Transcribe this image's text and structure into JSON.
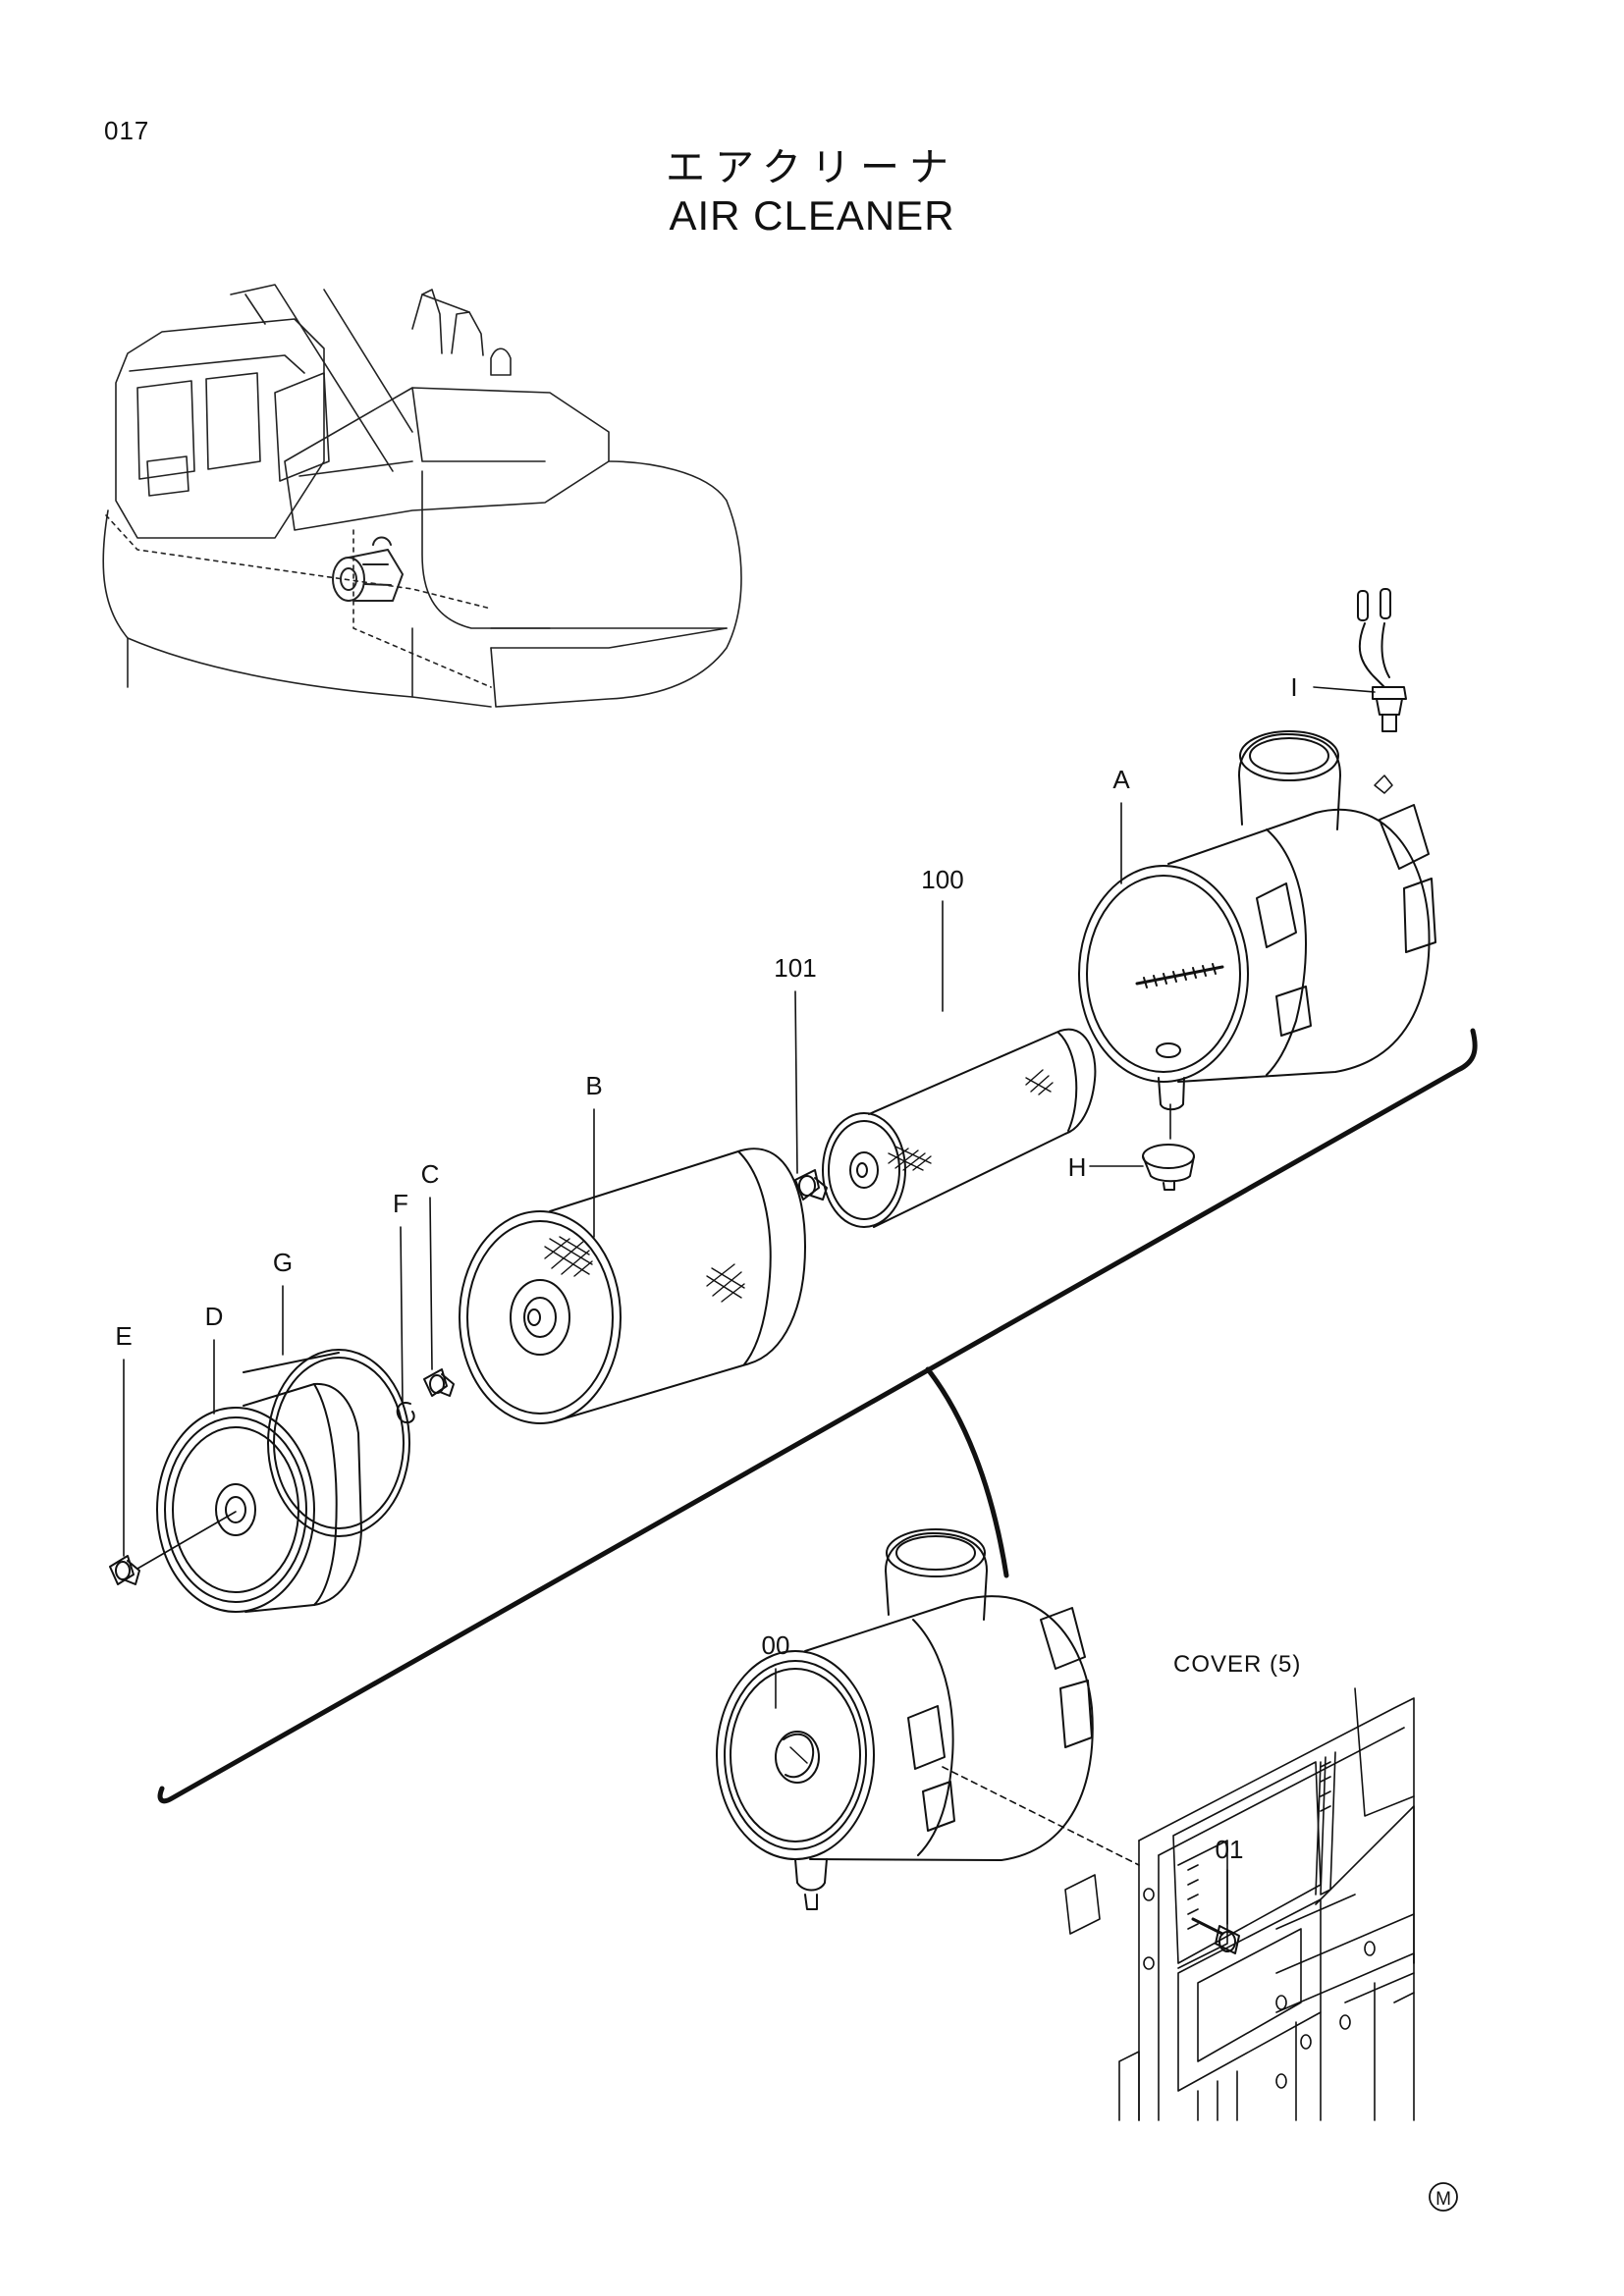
{
  "page_number": "017",
  "title_jp": "エアクリーナ",
  "title_en": "AIR  CLEANER",
  "labels": {
    "A": "A",
    "B": "B",
    "C": "C",
    "D": "D",
    "E": "E",
    "F": "F",
    "G": "G",
    "H": "H",
    "I": "I",
    "p100": "100",
    "p101": "101",
    "p00": "00",
    "p01": "01"
  },
  "cover_label": "COVER (5)",
  "mark": "M"
}
